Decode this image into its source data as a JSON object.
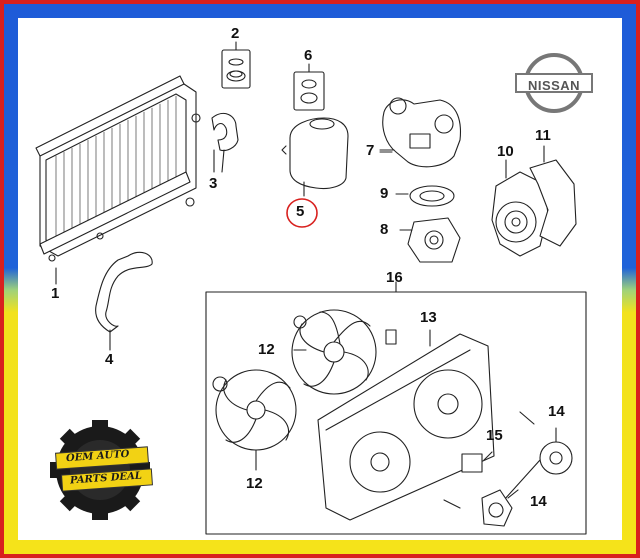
{
  "brand": {
    "name": "NISSAN"
  },
  "badge": {
    "line1": "OEM AUTO",
    "line2": "PARTS DEAL",
    "color": "#f2d214"
  },
  "colors": {
    "frame_top": "#1f62d9",
    "frame_bottom": "#f5e31a",
    "frame_border": "#d8201e",
    "highlight_circle": "#d8201e"
  },
  "callouts": {
    "c1": "1",
    "c2": "2",
    "c3": "3",
    "c4": "4",
    "c5": "5",
    "c6": "6",
    "c7": "7",
    "c8": "8",
    "c9": "9",
    "c10": "10",
    "c11": "11",
    "c12a": "12",
    "c12b": "12",
    "c13": "13",
    "c14a": "14",
    "c14b": "14",
    "c15": "15",
    "c16": "16"
  }
}
